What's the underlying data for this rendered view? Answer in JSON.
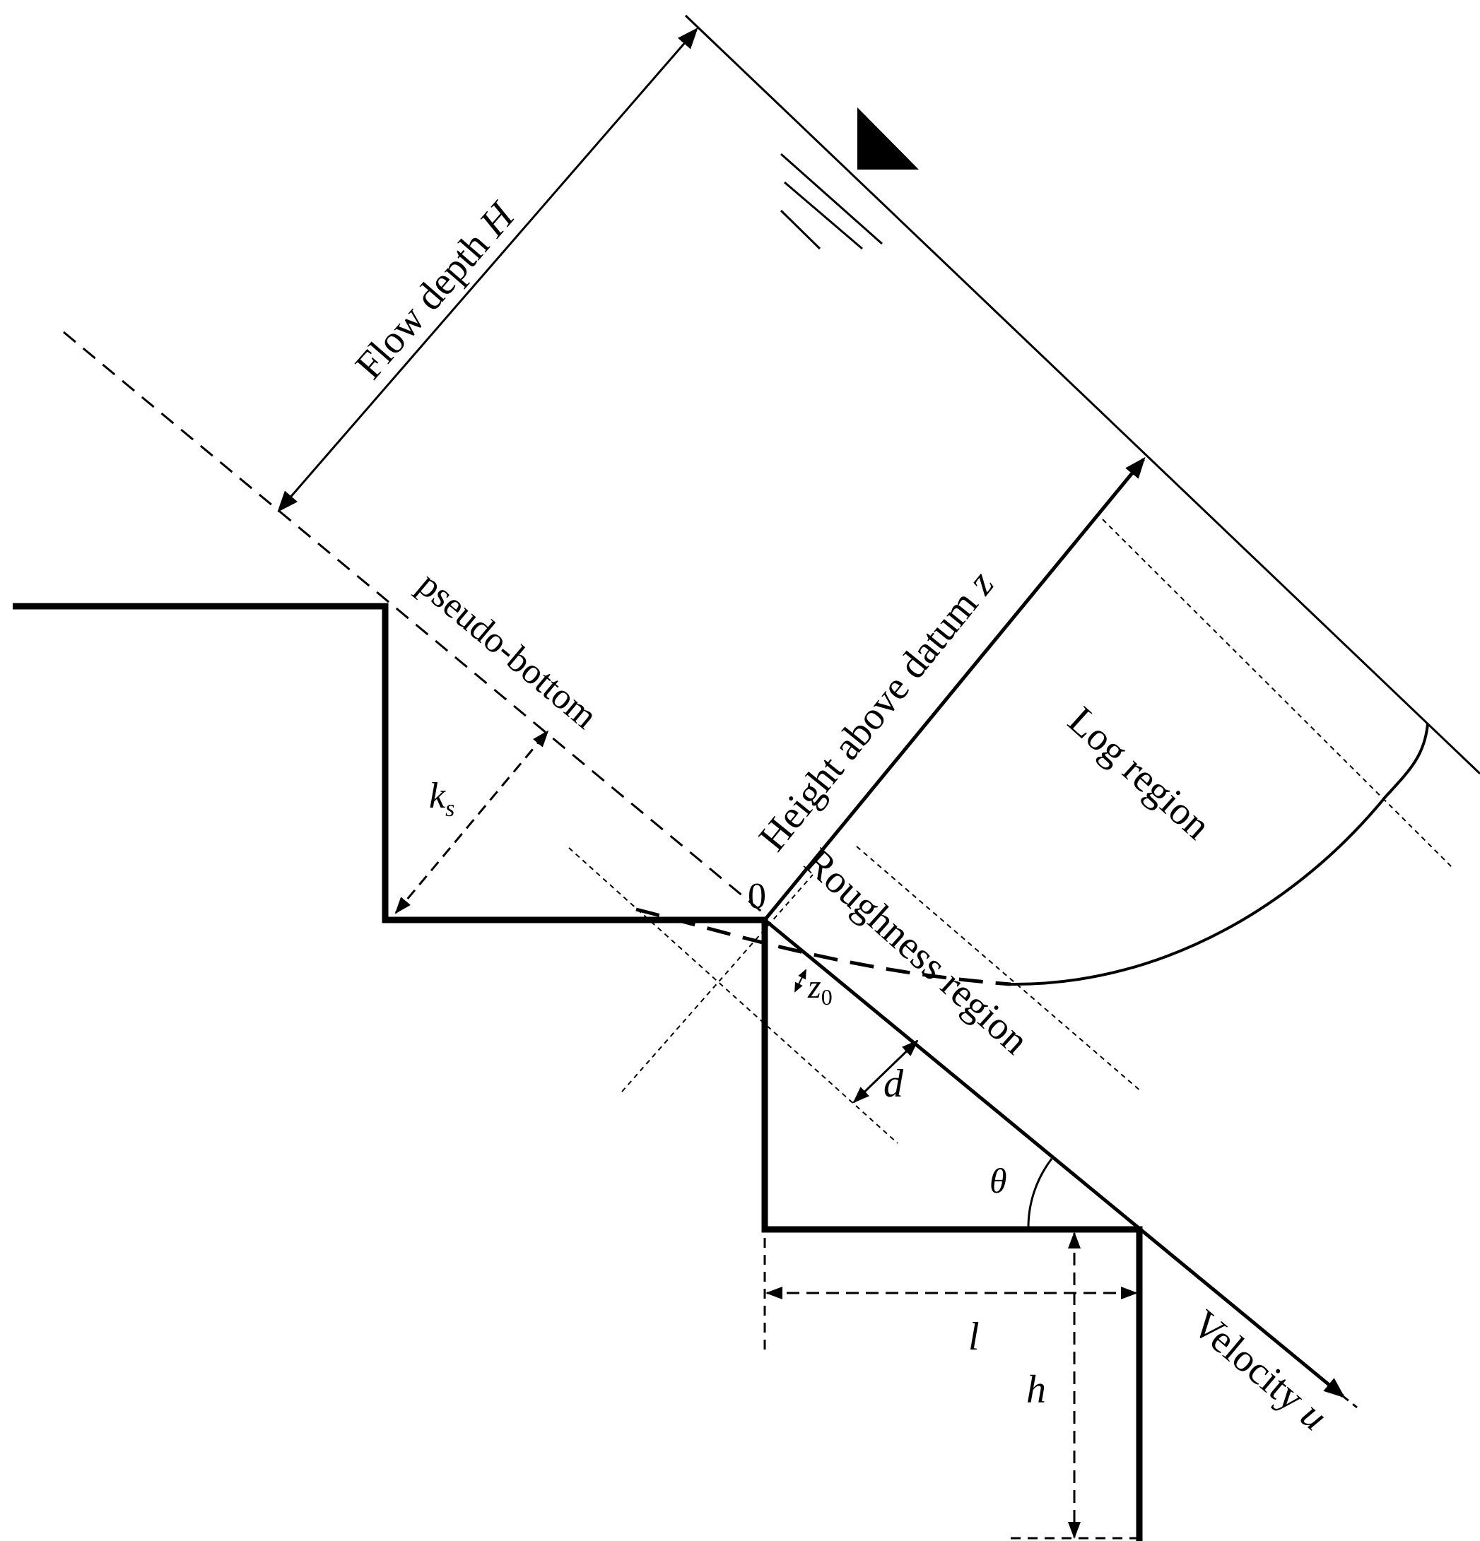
{
  "labels": {
    "flow_depth": "Flow depth ",
    "flow_depth_var": "H",
    "pseudo_bottom": "pseudo-bottom",
    "height_above_datum": "Height above datum ",
    "height_var": "z",
    "log_region": "Log region",
    "roughness_region": "Roughness region",
    "velocity": "Velocity ",
    "velocity_var": "u",
    "origin": "0",
    "ks_base": "k",
    "ks_sub": "s",
    "z0_base": "z",
    "z0_sub": "0",
    "d": "d",
    "theta": "θ",
    "l": "l",
    "h": "h"
  },
  "colors": {
    "ink": "#000000",
    "background": "#ffffff"
  },
  "icons": {
    "water_surface": "inverted-triangle-water-level-icon"
  }
}
